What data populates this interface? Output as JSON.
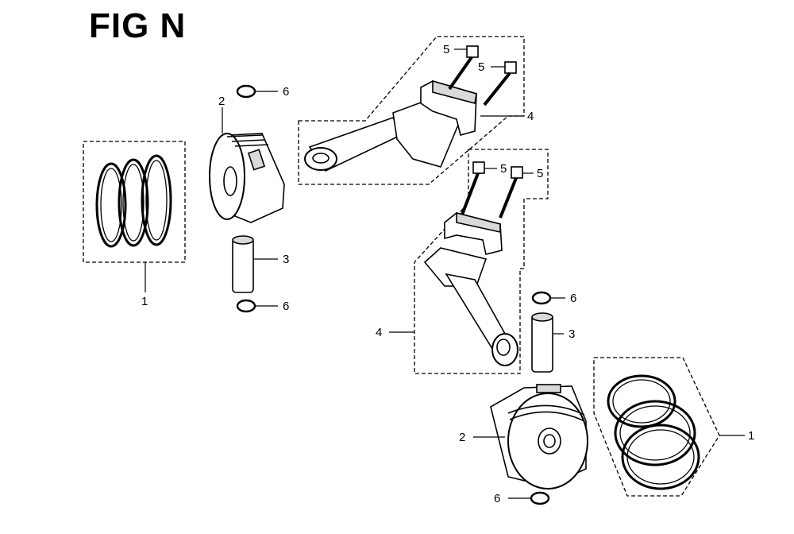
{
  "figure": {
    "title": "FIG N"
  },
  "callouts": {
    "piston_rings_left": "1",
    "piston_rings_right": "1",
    "piston_left": "2",
    "piston_right": "2",
    "piston_pin_left": "3",
    "piston_pin_right": "3",
    "connecting_rod_top": "4",
    "connecting_rod_mid": "4",
    "bolt_a": "5",
    "bolt_b": "5",
    "bolt_c": "5",
    "bolt_d": "5",
    "clip_a": "6",
    "clip_b": "6",
    "clip_c": "6",
    "clip_d": "6"
  },
  "colors": {
    "line": "#000000",
    "fill": "#ffffff",
    "shade": "#d9d9d9"
  }
}
